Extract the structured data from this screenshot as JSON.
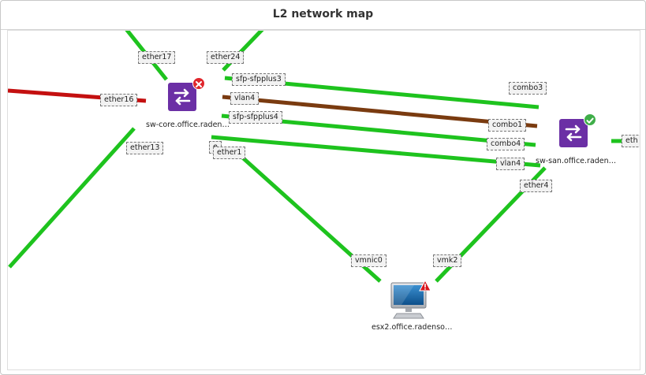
{
  "window": {
    "title": "L2 network map"
  },
  "nodes": {
    "core": {
      "label": "sw-core.office.raden…",
      "icon": "switch-icon",
      "status": "error",
      "status_color": "#e0262c"
    },
    "san": {
      "label": "sw-san.office.raden…",
      "icon": "switch-icon",
      "status": "ok",
      "status_color": "#3fae49"
    },
    "esx2": {
      "label": "esx2.office.radenso…",
      "icon": "monitor-icon",
      "status": "warning",
      "status_color": "#d8141b"
    }
  },
  "ports": {
    "ether17": "ether17",
    "ether24": "ether24",
    "ether16": "ether16",
    "sfp_sfpplus3": "sfp-sfpplus3",
    "vlan4_core": "vlan4",
    "sfp_sfpplus4": "sfp-sfpplus4",
    "ether13": "ether13",
    "ether_hidden": "e",
    "ether1": "ether1",
    "combo3": "combo3",
    "combo1": "combo1",
    "combo4": "combo4",
    "vlan4_san": "vlan4",
    "ether4": "ether4",
    "eth_edge": "eth",
    "vmnic0": "vmnic0",
    "vmk2": "vmk2"
  },
  "colors": {
    "link_ok": "#1ec31e",
    "link_down": "#c41010",
    "link_vlan": "#7a3b10",
    "switch_fill": "#6b2fa5"
  }
}
